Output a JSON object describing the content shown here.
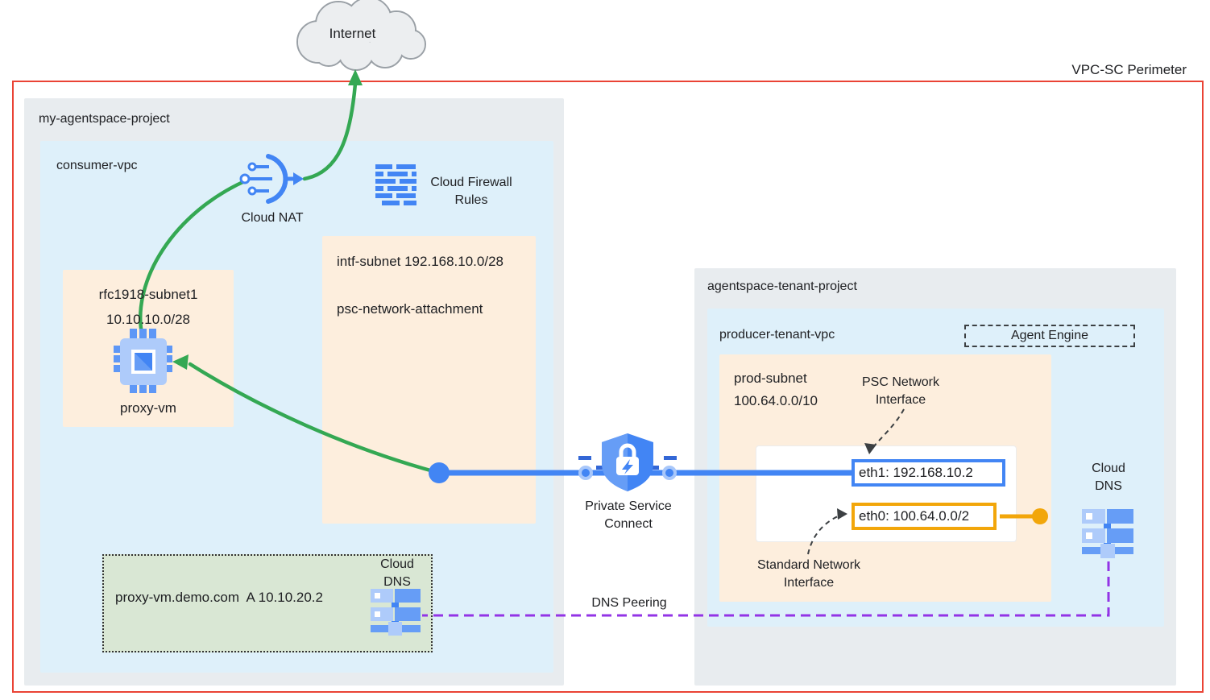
{
  "diagram": {
    "perimeter_label": "VPC-SC Perimeter",
    "internet_label": "Internet",
    "dns_peering_label": "DNS Peering"
  },
  "my_agentspace_project": {
    "title": "my-agentspace-project",
    "consumer_vpc": {
      "title": "consumer-vpc",
      "cloud_nat_label": "Cloud NAT",
      "firewall_label_line1": "Cloud Firewall",
      "firewall_label_line2": "Rules",
      "intf_subnet_line1": "intf-subnet 192.168.10.0/28",
      "intf_subnet_line2": "psc-network-attachment",
      "rfc1918_subnet": {
        "name": "rfc1918-subnet1",
        "cidr": "10.10.10.0/28",
        "vm_label": "proxy-vm"
      },
      "dns_zone": {
        "record": "proxy-vm.demo.com  A 10.10.20.2",
        "dns_label_line1": "Cloud",
        "dns_label_line2": "DNS"
      }
    }
  },
  "psc": {
    "label_line1": "Private Service",
    "label_line2": "Connect"
  },
  "agentspace_tenant_project": {
    "title": "agentspace-tenant-project",
    "producer_tenant_vpc": {
      "title": "producer-tenant-vpc",
      "agent_engine_label": "Agent Engine",
      "prod_subnet": {
        "name": "prod-subnet",
        "cidr": "100.64.0.0/10"
      },
      "vm_interfaces": {
        "eth1": "eth1: 192.168.10.2",
        "eth0": "eth0: 100.64.0.0/2",
        "psc_nic_line1": "PSC Network",
        "psc_nic_line2": "Interface",
        "std_nic_line1": "Standard Network",
        "std_nic_line2": "Interface"
      },
      "cloud_dns_line1": "Cloud",
      "cloud_dns_line2": "DNS"
    }
  },
  "colors": {
    "perimeter_red": "#ea4335",
    "flow_green": "#34a853",
    "psc_blue": "#4285f4",
    "interface_gold": "#f2a60a",
    "dns_peering_purple": "#9334e6",
    "project_bg": "#e8ecef",
    "vpc_bg": "#def0fa",
    "subnet_bg": "#fdeedd",
    "dns_zone_bg": "#d9e7d4"
  }
}
